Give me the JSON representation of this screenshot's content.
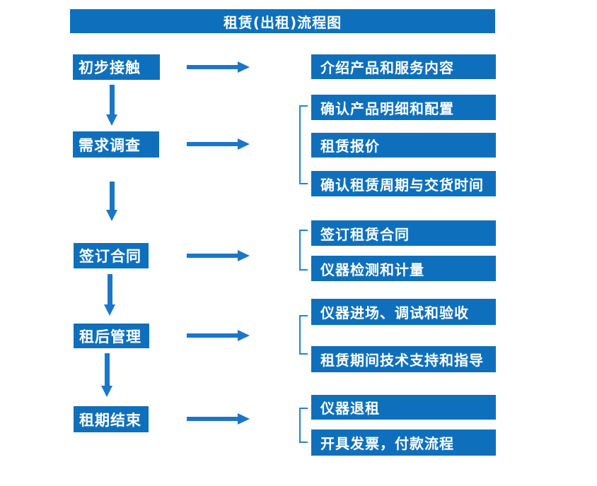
{
  "title": "租赁(出租)流程图",
  "colors": {
    "box_blue": "#0E70BC",
    "arrow_blue": "#1B76C8",
    "bracket_blue": "#2E7FC6",
    "text_white": "#FFFFFF"
  },
  "steps": [
    {
      "label": "初步接触",
      "outputs": [
        "介绍产品和服务内容"
      ]
    },
    {
      "label": "需求调查",
      "outputs": [
        "确认产品明细和配置",
        "租赁报价",
        "确认租赁周期与交货时间"
      ]
    },
    {
      "label": "签订合同",
      "outputs": [
        "签订租赁合同",
        "仪器检测和计量"
      ]
    },
    {
      "label": "租后管理",
      "outputs": [
        "仪器进场、调试和验收",
        "租赁期间技术支持和指导"
      ]
    },
    {
      "label": "租期结束",
      "outputs": [
        "仪器退租",
        "开具发票，付款流程"
      ]
    }
  ]
}
